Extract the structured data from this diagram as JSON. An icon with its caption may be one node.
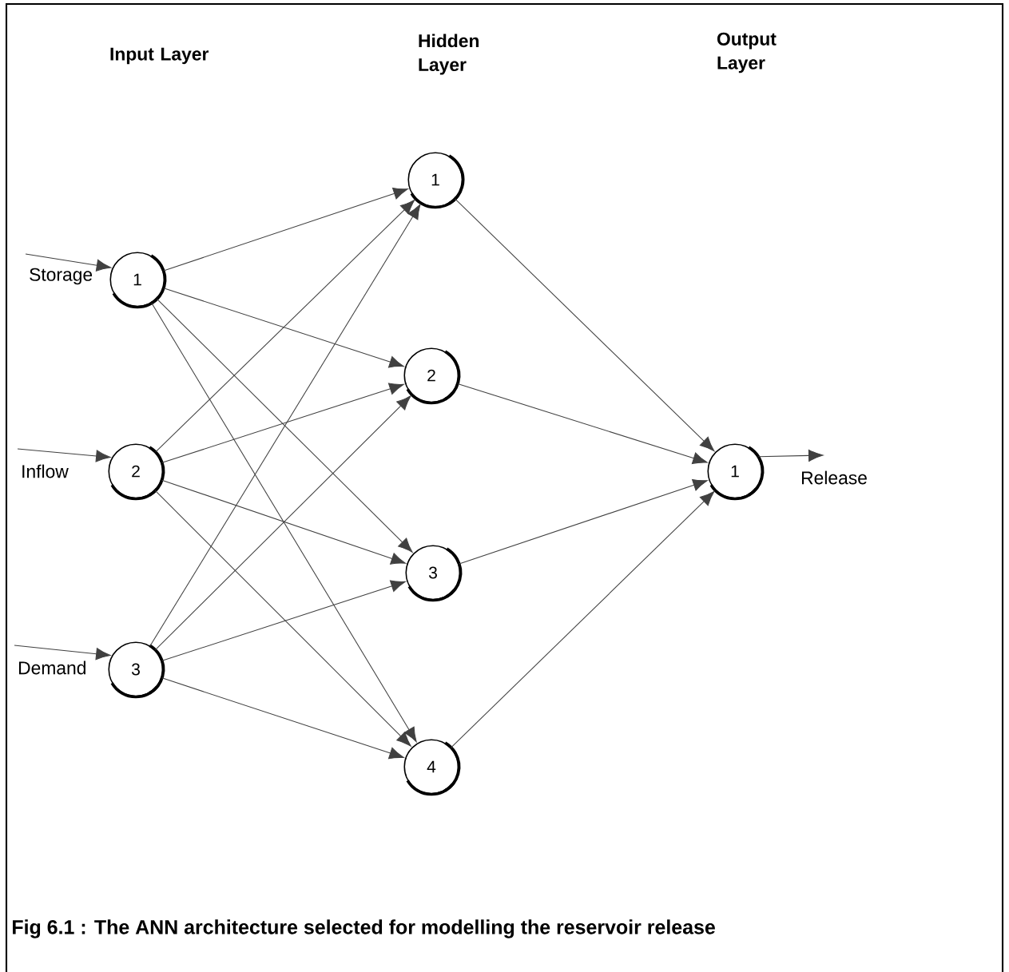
{
  "diagram": {
    "caption": "Fig 6.1 : The ANN architecture selected for modelling the reservoir release",
    "nodes": [
      {
        "text": [
          "1"
        ]
      },
      {
        "text": [
          "2"
        ]
      },
      {
        "text": [
          "3"
        ]
      },
      {
        "text": [
          "1"
        ]
      },
      {
        "text": [
          "2"
        ]
      },
      {
        "text": [
          "3"
        ]
      },
      {
        "text": [
          "4"
        ]
      },
      {
        "text": [
          "1"
        ]
      }
    ],
    "edges": [
      {
        "from": null,
        "to": 0,
        "arrow": "to",
        "label": "Storage"
      },
      {
        "from": null,
        "to": 1,
        "arrow": "to",
        "label": "Inflow"
      },
      {
        "from": null,
        "to": 2,
        "arrow": "to",
        "label": "Demand"
      },
      {
        "from": 0,
        "to": 3,
        "arrow": "to"
      },
      {
        "from": 0,
        "to": 4,
        "arrow": "to"
      },
      {
        "from": 0,
        "to": 5,
        "arrow": "to"
      },
      {
        "from": 0,
        "to": 6,
        "arrow": "to"
      },
      {
        "from": 1,
        "to": 3,
        "arrow": "to"
      },
      {
        "from": 1,
        "to": 4,
        "arrow": "to"
      },
      {
        "from": 1,
        "to": 5,
        "arrow": "to"
      },
      {
        "from": 1,
        "to": 6,
        "arrow": "to"
      },
      {
        "from": 2,
        "to": 3,
        "arrow": "to"
      },
      {
        "from": 2,
        "to": 4,
        "arrow": "to"
      },
      {
        "from": 2,
        "to": 5,
        "arrow": "to"
      },
      {
        "from": 2,
        "to": 6,
        "arrow": "to"
      },
      {
        "from": 3,
        "to": 7,
        "arrow": "to"
      },
      {
        "from": 4,
        "to": 7,
        "arrow": "to"
      },
      {
        "from": 5,
        "to": 7,
        "arrow": "to"
      },
      {
        "from": 6,
        "to": 7,
        "arrow": "to"
      },
      {
        "from": 7,
        "to": null,
        "arrow": "to",
        "label": "Release"
      }
    ],
    "labels": [
      "Input Layer",
      "Hidden Layer",
      "Output Layer"
    ]
  }
}
